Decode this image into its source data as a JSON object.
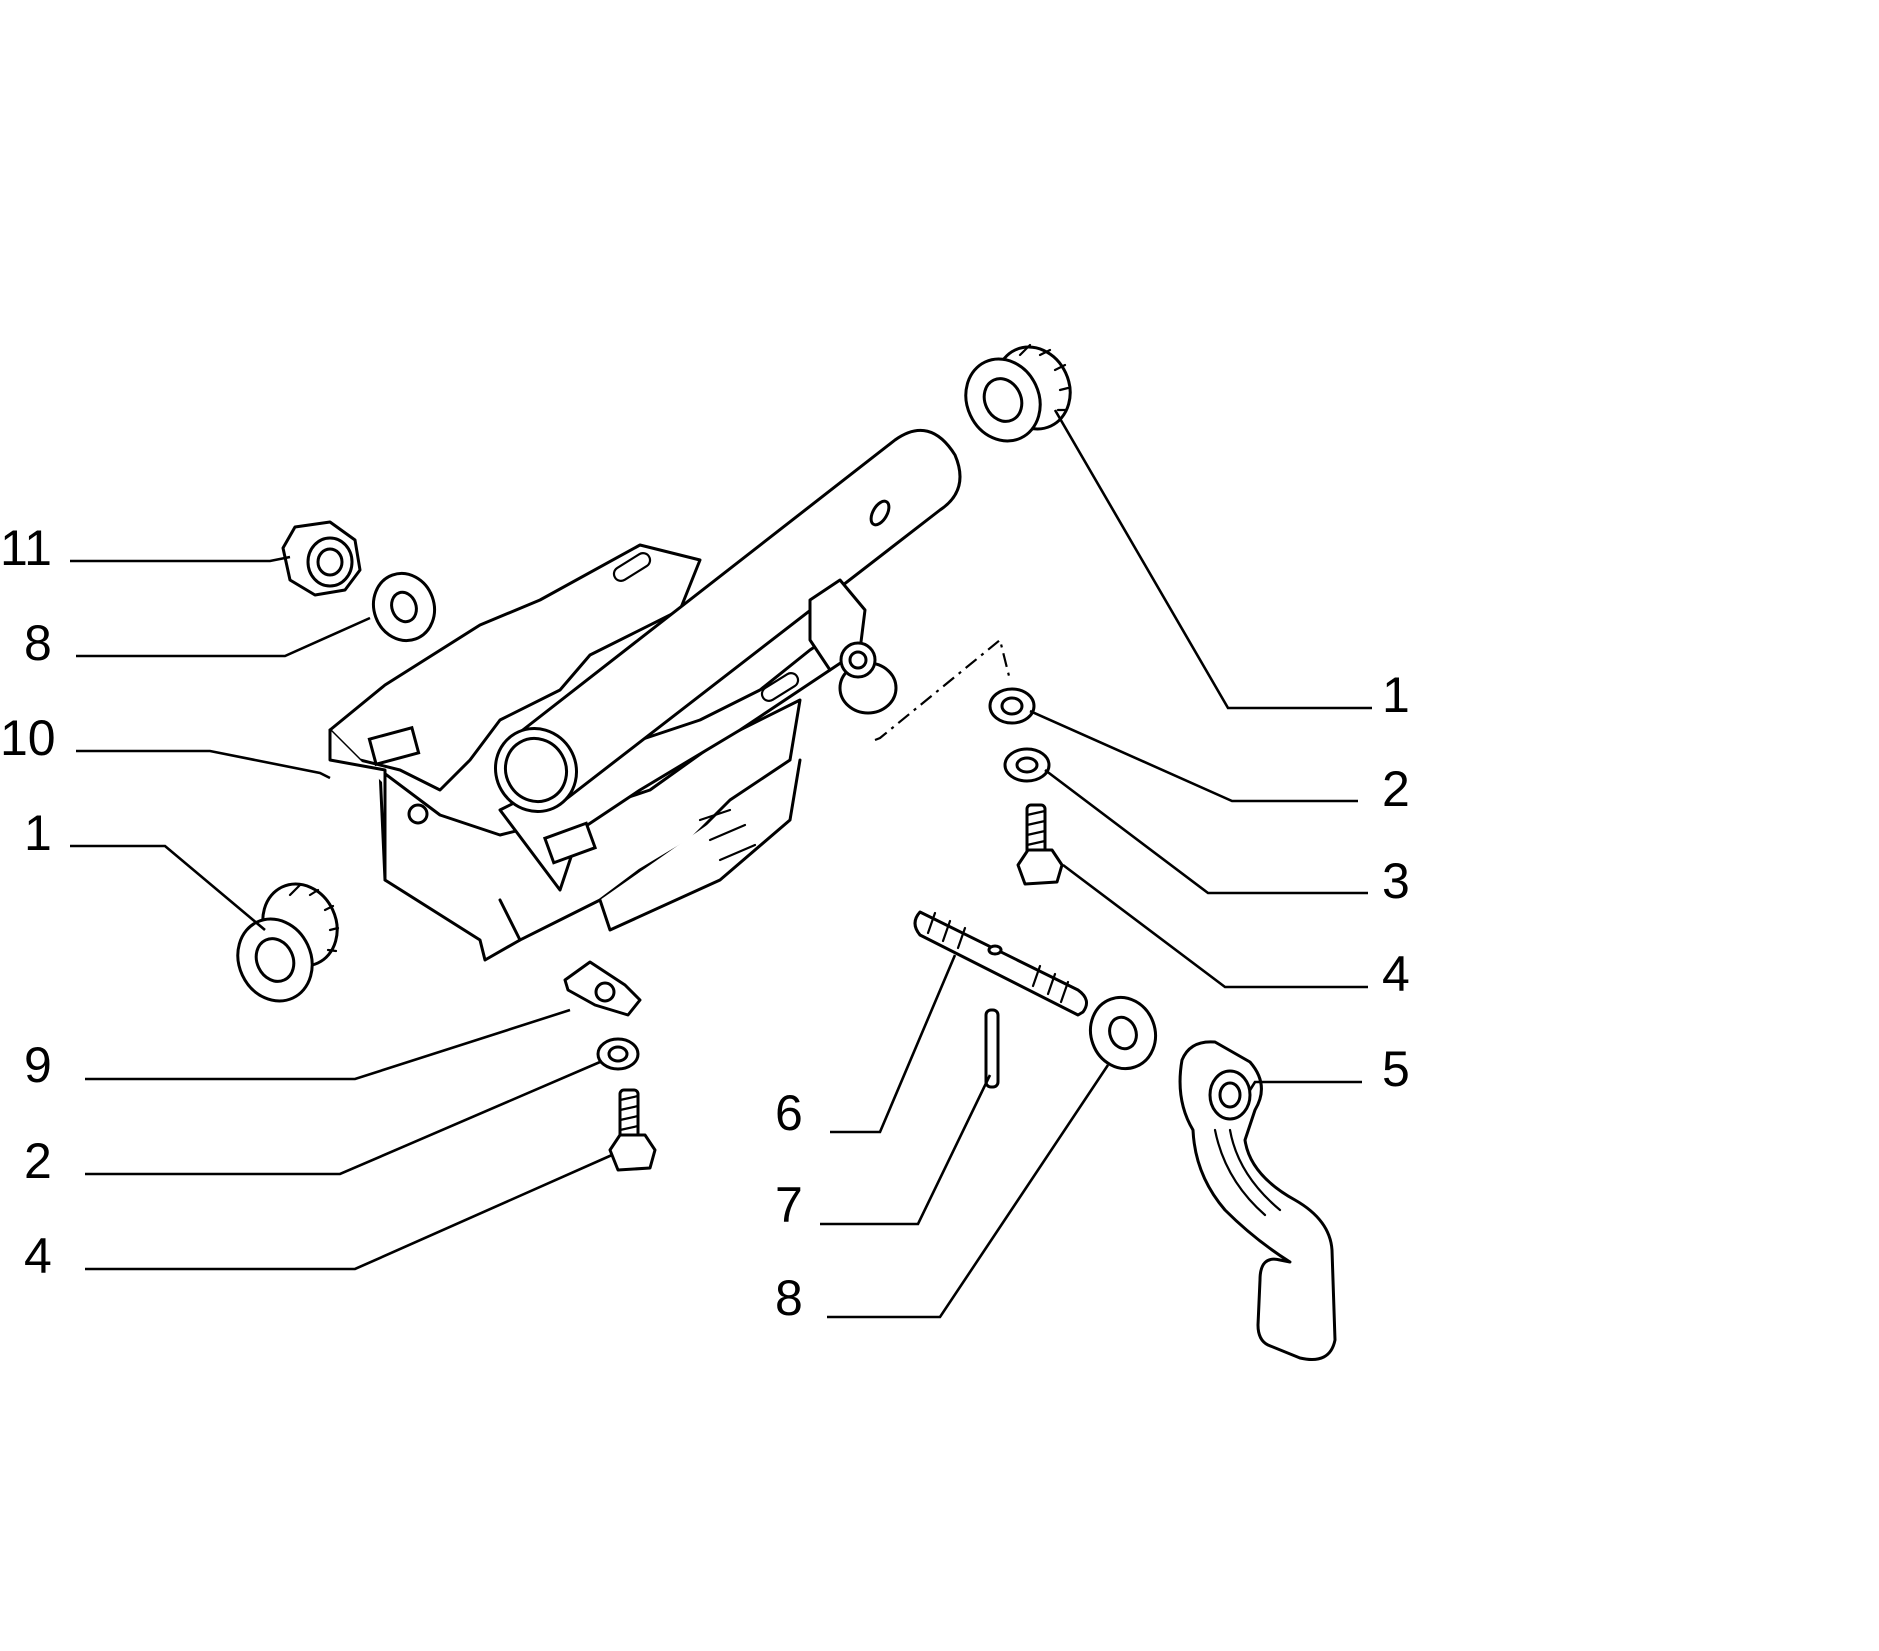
{
  "callouts": [
    "11",
    "8",
    "10",
    "1",
    "9",
    "2",
    "4",
    "1",
    "2",
    "3",
    "4",
    "5",
    "6",
    "7",
    "8"
  ]
}
